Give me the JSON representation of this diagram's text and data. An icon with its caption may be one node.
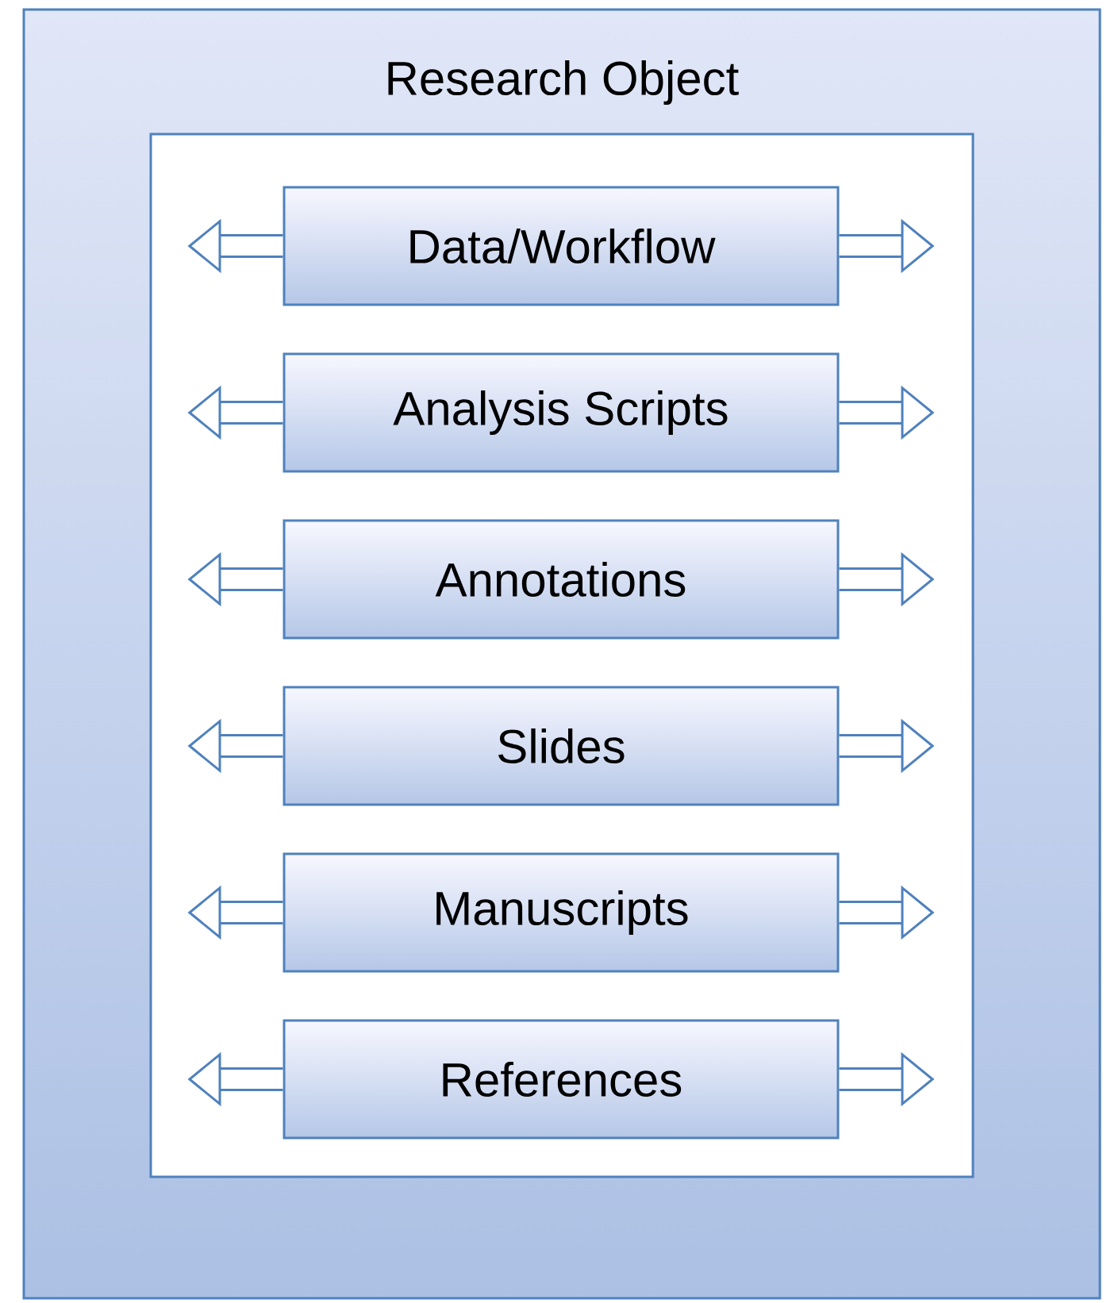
{
  "diagram": {
    "nodes": [
      {
        "text": [
          "Research Object"
        ]
      },
      {
        "text": [],
        "shape": "box",
        "in": 0
      },
      {
        "text": [
          "Data/Workflow"
        ],
        "in": 1
      },
      {
        "text": [
          "Analysis Scripts"
        ],
        "in": 1
      },
      {
        "text": [
          "Annotations"
        ],
        "in": 1
      },
      {
        "text": [
          "Slides"
        ],
        "in": 1
      },
      {
        "text": [
          "Manuscripts"
        ],
        "in": 1
      },
      {
        "text": [
          "References"
        ],
        "in": 1
      }
    ],
    "edges": [
      {
        "from": 2,
        "to": null,
        "arrow": "to"
      },
      {
        "from": 2,
        "to": null,
        "arrow": "to"
      },
      {
        "from": 3,
        "to": null,
        "arrow": "to"
      },
      {
        "from": 3,
        "to": null,
        "arrow": "to"
      },
      {
        "from": 4,
        "to": null,
        "arrow": "to"
      },
      {
        "from": 4,
        "to": null,
        "arrow": "to"
      },
      {
        "from": 5,
        "to": null,
        "arrow": "to"
      },
      {
        "from": 5,
        "to": null,
        "arrow": "to"
      },
      {
        "from": 6,
        "to": null,
        "arrow": "to"
      },
      {
        "from": 6,
        "to": null,
        "arrow": "to"
      },
      {
        "from": 7,
        "to": null,
        "arrow": "to"
      },
      {
        "from": 7,
        "to": null,
        "arrow": "to"
      }
    ]
  }
}
